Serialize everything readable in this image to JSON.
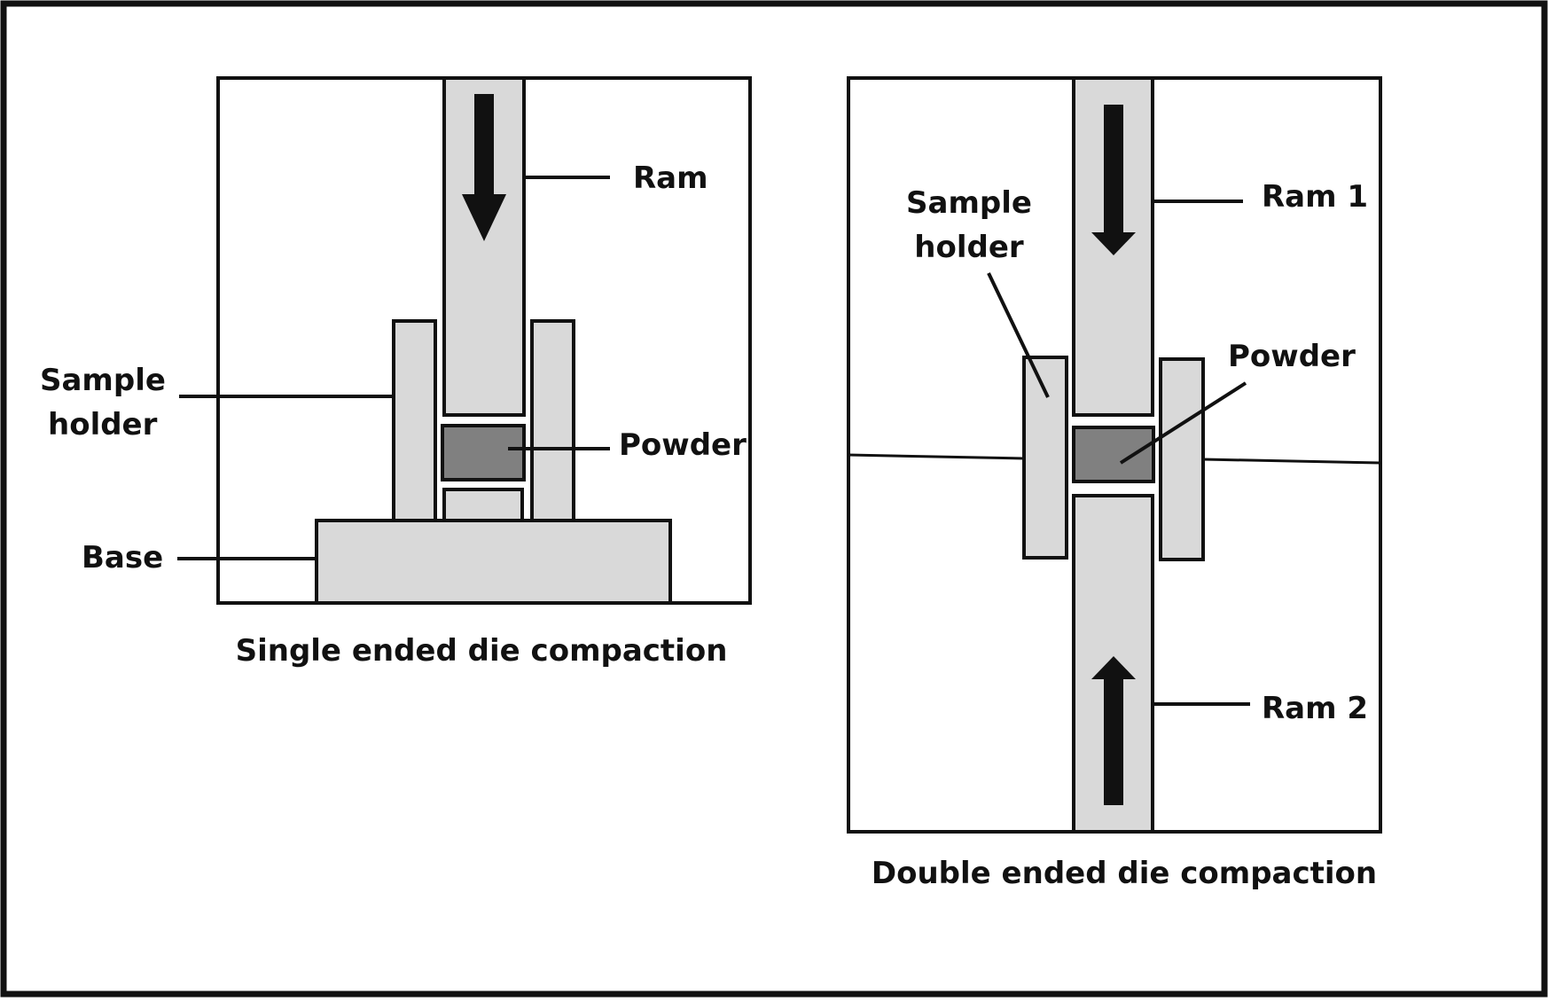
{
  "colors": {
    "outline": "#111111",
    "part_fill": "#d9d9d9",
    "powder_fill": "#808080",
    "background": "#ffffff"
  },
  "single": {
    "caption": "Single ended die compaction",
    "labels": {
      "ram": "Ram",
      "sample_holder_line1": "Sample",
      "sample_holder_line2": "holder",
      "powder": "Powder",
      "base": "Base"
    }
  },
  "double": {
    "caption": "Double ended die compaction",
    "labels": {
      "sample_holder_line1": "Sample",
      "sample_holder_line2": "holder",
      "ram1": "Ram 1",
      "powder": "Powder",
      "ram2": "Ram 2"
    }
  },
  "icons": [
    "arrow-down-icon",
    "arrow-up-icon"
  ]
}
